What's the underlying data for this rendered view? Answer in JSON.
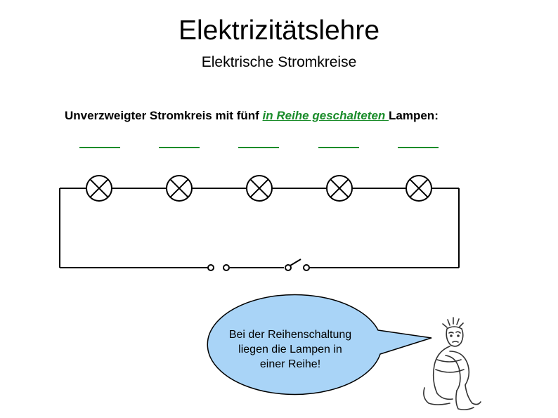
{
  "header": {
    "title": "Elektrizitätslehre",
    "subtitle": "Elektrische Stromkreise"
  },
  "heading": {
    "prefix": "Unverzweigter Stromkreis mit fünf ",
    "highlight": "in Reihe geschalteten ",
    "suffix": "Lampen:"
  },
  "circuit": {
    "lamp_count": 5,
    "lamp_symbol": "lamp-circle-x-icon",
    "switch_state": "open",
    "blank_line_color": "#1a8c2a"
  },
  "speech_bubble": {
    "line1": "Bei der Reihenschaltung",
    "line2": "liegen die Lampen in",
    "line3": "einer Reihe!",
    "fill": "#a9d4f7"
  },
  "colors": {
    "accent_green": "#1a8c2a"
  }
}
